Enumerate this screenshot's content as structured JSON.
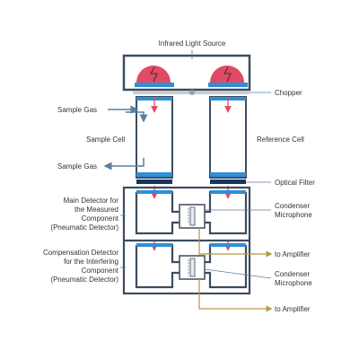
{
  "labels": {
    "light_source": "Infrared Light Source",
    "chopper": "Chopper",
    "sample_gas_in": "Sample Gas",
    "sample_gas_out": "Sample Gas",
    "sample_cell": "Sample Cell",
    "reference_cell": "Reference Cell",
    "optical_filter": "Optical Filter",
    "main_detector": [
      "Main Detector for",
      "the Measured",
      "Component",
      "(Pneumatic Detector)"
    ],
    "condenser_mic_1": [
      "Condenser",
      "Microphone"
    ],
    "to_amplifier_1": "to Amplifier",
    "compensation_detector": [
      "Compensation Detector",
      "for the Interfering",
      "Component",
      "(Pneumatic Detector)"
    ],
    "condenser_mic_2": [
      "Condenser",
      "Microphone"
    ],
    "to_amplifier_2": "to Amplifier"
  },
  "colors": {
    "lamp": "#e04a64",
    "blue_window": "#2e8fd6",
    "filter": "#17365f",
    "frame": "#3d4c5f",
    "arrow": "#e04a64",
    "leader": "#5a7fa0",
    "amp_line": "#b59a3a",
    "chopper_bar": "#c8ccd2"
  }
}
